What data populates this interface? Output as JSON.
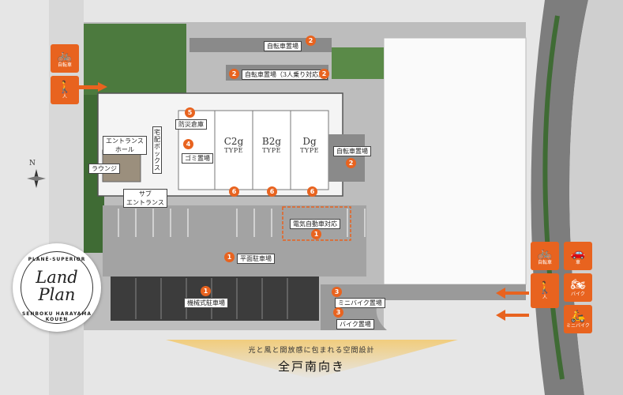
{
  "badge": {
    "top_arc": "PLANÉ-SUPERIOR",
    "title_line1": "Land",
    "title_line2": "Plan",
    "bottom_arc": "SENBOKU HARAYAMA KOUEN"
  },
  "caption": {
    "line1": "光と風と開放感に包まれる空間設計",
    "line2": "全戸南向き"
  },
  "compass": {
    "north": "N"
  },
  "types": [
    {
      "code": "C2g",
      "word": "TYPE"
    },
    {
      "code": "B2g",
      "word": "TYPE"
    },
    {
      "code": "Dg",
      "word": "TYPE"
    }
  ],
  "labels": {
    "bike_top": "自転車置場",
    "bike_mid": "自転車置場（3人乗り対応）",
    "bike_right": "自転車置場",
    "disaster": "防災倉庫",
    "delivery": "宅配ボックス",
    "garbage": "ゴミ置場",
    "entrance_hall": "エントランス\nホール",
    "lounge": "ラウンジ",
    "sub_entrance": "サブ\nエントランス",
    "ev": "電気自動車対応",
    "flat_parking": "平面駐車場",
    "mech_parking": "機械式駐車場",
    "minibike": "ミニバイク置場",
    "motorbike": "バイク置場"
  },
  "markers": {
    "m2a": "2",
    "m2b": "2",
    "m2c": "2",
    "m2d": "2",
    "m5": "5",
    "m4": "4",
    "m6a": "6",
    "m6b": "6",
    "m6c": "6",
    "m1a": "1",
    "m1b": "1",
    "m1c": "1",
    "m3a": "3",
    "m3b": "3"
  },
  "legend_left": [
    {
      "icon": "bicycle-icon",
      "glyph": "🚲",
      "text": "自転車"
    },
    {
      "icon": "pedestrian-icon",
      "glyph": "🚶",
      "text": "人"
    }
  ],
  "legend_right": [
    {
      "icon": "bicycle-icon",
      "glyph": "🚲",
      "text": "自転車"
    },
    {
      "icon": "car-icon",
      "glyph": "🚗",
      "text": "車"
    },
    {
      "icon": "pedestrian-icon",
      "glyph": "🚶",
      "text": "人"
    },
    {
      "icon": "motorbike-icon",
      "glyph": "🏍",
      "text": "バイク"
    },
    {
      "icon": "scooter-icon",
      "glyph": "🛵",
      "text": "ミニバイク"
    }
  ],
  "colors": {
    "accent": "#e8631f",
    "building": "#f4f4f4",
    "plaza": "#c7c7c7",
    "road": "#8e8e8e",
    "green": "#3f6b34",
    "caption_glow": "#f3c86a"
  }
}
